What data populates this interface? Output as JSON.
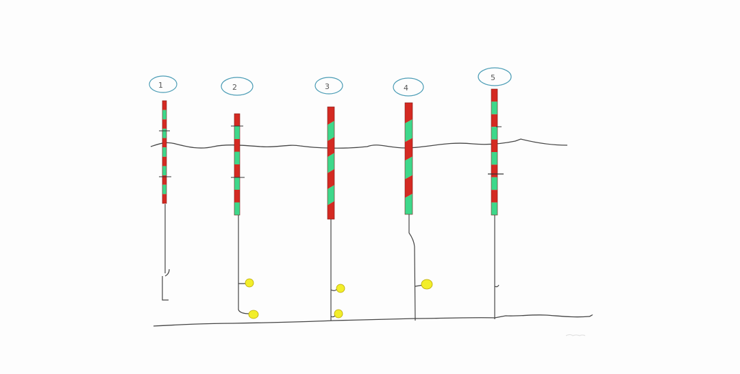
{
  "diagram": {
    "colors": {
      "red": "#d42a22",
      "green": "#3ed88b",
      "line": "#444444",
      "bait": "#f2ee2a",
      "circle": "#4a9cb5"
    },
    "floats": [
      {
        "label": "1",
        "bait_count": 0
      },
      {
        "label": "2",
        "bait_count": 2
      },
      {
        "label": "3",
        "bait_count": 2
      },
      {
        "label": "4",
        "bait_count": 1
      },
      {
        "label": "5",
        "bait_count": 0
      }
    ]
  }
}
